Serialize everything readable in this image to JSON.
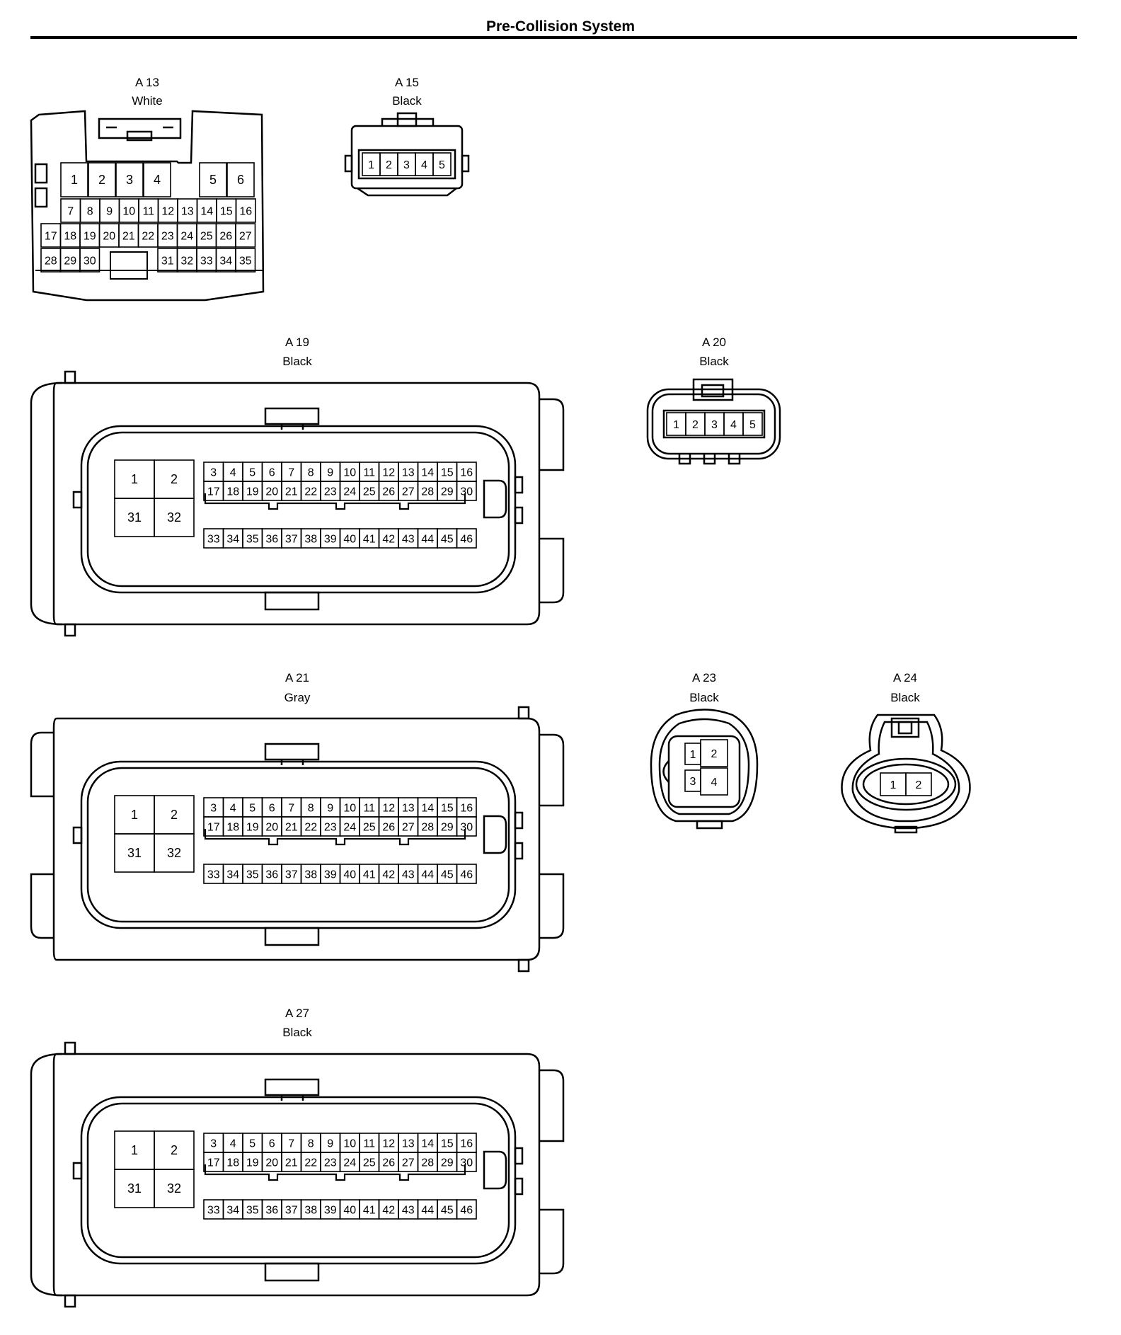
{
  "page": {
    "title": "Pre-Collision System"
  },
  "connectors": [
    {
      "id": "A 13",
      "color": "White"
    },
    {
      "id": "A 15",
      "color": "Black"
    },
    {
      "id": "A 19",
      "color": "Black"
    },
    {
      "id": "A 20",
      "color": "Black"
    },
    {
      "id": "A 21",
      "color": "Gray"
    },
    {
      "id": "A 23",
      "color": "Black"
    },
    {
      "id": "A 24",
      "color": "Black"
    },
    {
      "id": "A 27",
      "color": "Black"
    }
  ],
  "pinouts": {
    "a13": {
      "big": [
        "1",
        "2",
        "3",
        "4",
        "5",
        "6"
      ],
      "row2": [
        "7",
        "8",
        "9",
        "10",
        "11",
        "12",
        "13",
        "14",
        "15",
        "16"
      ],
      "row3": [
        "17",
        "18",
        "19",
        "20",
        "21",
        "22",
        "23",
        "24",
        "25",
        "26",
        "27"
      ],
      "row4_left": [
        "28",
        "29",
        "30"
      ],
      "row4_right": [
        "31",
        "32",
        "33",
        "34",
        "35"
      ]
    },
    "five_pin": [
      "1",
      "2",
      "3",
      "4",
      "5"
    ],
    "a23": [
      "1",
      "2",
      "3",
      "4"
    ],
    "a24": [
      "1",
      "2"
    ],
    "ecu": {
      "block": [
        "1",
        "2",
        "31",
        "32"
      ],
      "row1": [
        "3",
        "4",
        "5",
        "6",
        "7",
        "8",
        "9",
        "10",
        "11",
        "12",
        "13",
        "14",
        "15",
        "16"
      ],
      "row2": [
        "17",
        "18",
        "19",
        "20",
        "21",
        "22",
        "23",
        "24",
        "25",
        "26",
        "27",
        "28",
        "29",
        "30"
      ],
      "row3": [
        "33",
        "34",
        "35",
        "36",
        "37",
        "38",
        "39",
        "40",
        "41",
        "42",
        "43",
        "44",
        "45",
        "46"
      ]
    }
  }
}
